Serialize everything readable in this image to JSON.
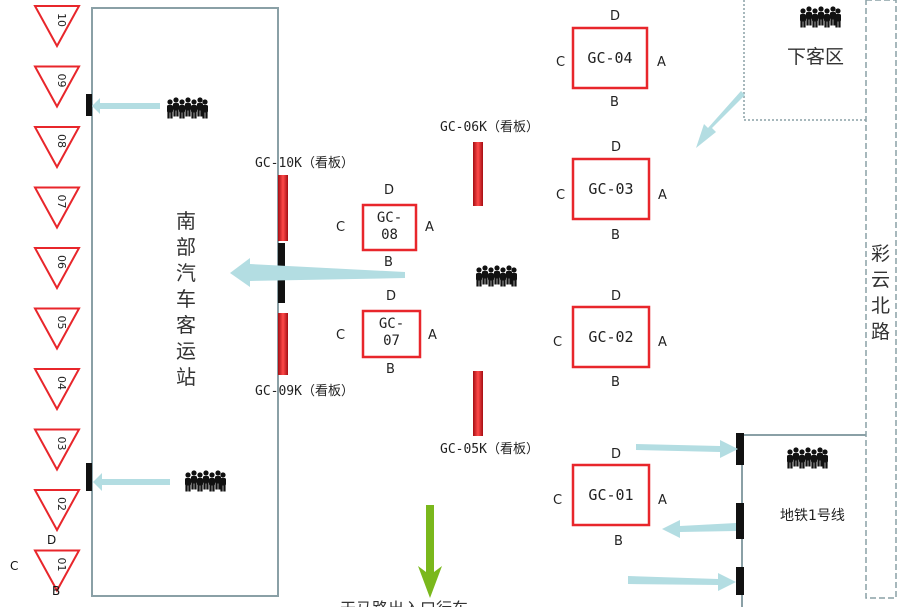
{
  "station": {
    "name_chars": [
      "南",
      "部",
      "汽",
      "车",
      "客",
      "运",
      "站"
    ]
  },
  "gates": [
    {
      "id": "GC-01",
      "lines": [
        "GC-01"
      ]
    },
    {
      "id": "GC-02",
      "lines": [
        "GC-02"
      ]
    },
    {
      "id": "GC-03",
      "lines": [
        "GC-03"
      ]
    },
    {
      "id": "GC-04",
      "lines": [
        "GC-04"
      ]
    },
    {
      "id": "GC-07",
      "lines": [
        "GC-",
        "07"
      ]
    },
    {
      "id": "GC-08",
      "lines": [
        "GC-",
        "08"
      ]
    }
  ],
  "side_labels": {
    "a": "A",
    "b": "B",
    "c": "C",
    "d": "D"
  },
  "billboards": [
    {
      "id": "GC-05K",
      "label": "GC-05K（看板）"
    },
    {
      "id": "GC-06K",
      "label": "GC-06K（看板）"
    },
    {
      "id": "GC-09K",
      "label": "GC-09K（看板）"
    },
    {
      "id": "GC-10K",
      "label": "GC-10K（看板）"
    }
  ],
  "bays": [
    "10",
    "09",
    "08",
    "07",
    "06",
    "05",
    "04",
    "03",
    "02",
    "01"
  ],
  "bay_01_sides": {
    "d": "D",
    "c": "C",
    "b": "B"
  },
  "dropoff_zone": {
    "label": "下客区"
  },
  "metro": {
    "label": "地铁1号线"
  },
  "road": {
    "chars": [
      "彩",
      "云",
      "北",
      "路"
    ]
  },
  "bottom_cut_label": "天马路出入口行车",
  "colors": {
    "gate_border": "#e8262b",
    "billboard": "#d8191f",
    "arrow": "#b3dde2",
    "wall": "#8aa0a6",
    "bay_triangle": "#e8262b",
    "green_arrow": "#7ab81c",
    "crowd": "#111111"
  }
}
